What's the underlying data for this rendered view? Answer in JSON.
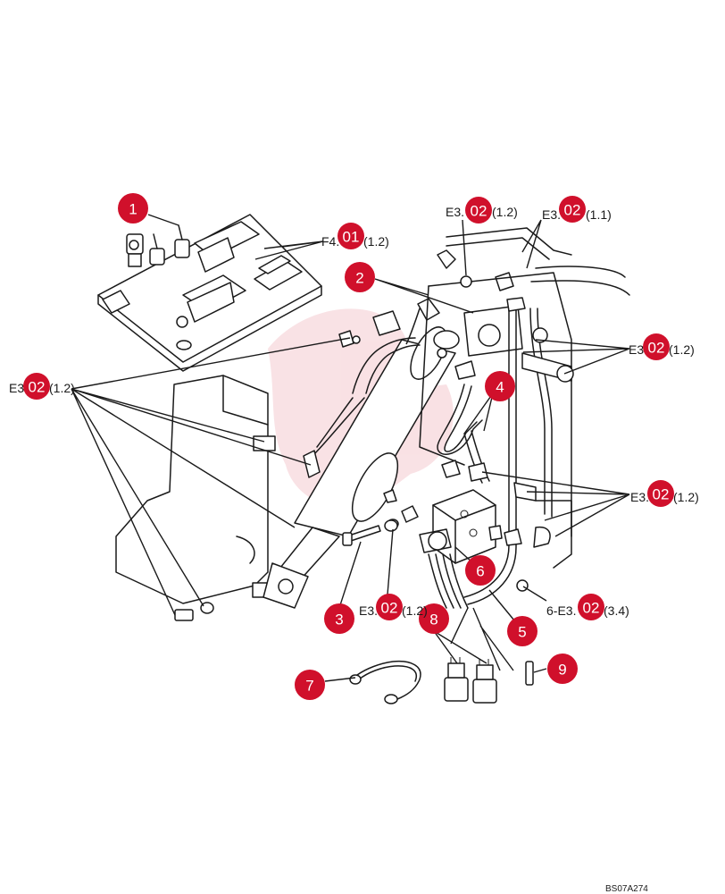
{
  "accent_color": "#d0102b",
  "drawing_code": "BS07A274",
  "callouts": [
    {
      "id": "1",
      "label": "1"
    },
    {
      "id": "2",
      "label": "2"
    },
    {
      "id": "3",
      "label": "3"
    },
    {
      "id": "4",
      "label": "4"
    },
    {
      "id": "5",
      "label": "5"
    },
    {
      "id": "6",
      "label": "6"
    },
    {
      "id": "7",
      "label": "7"
    },
    {
      "id": "8",
      "label": "8"
    },
    {
      "id": "9",
      "label": "9"
    }
  ],
  "refs": [
    {
      "id": "top-left",
      "prefix": "E3.",
      "badge": "02",
      "suffix": "(1.2)"
    },
    {
      "id": "top-right",
      "prefix": "E3.",
      "badge": "02",
      "suffix": "(1.1)"
    },
    {
      "id": "panel",
      "prefix": "F4.",
      "badge": "01",
      "suffix": "(1.2)"
    },
    {
      "id": "left",
      "prefix": "E3.",
      "badge": "02",
      "suffix": "(1.2)"
    },
    {
      "id": "right-upper",
      "prefix": "E3.",
      "badge": "02",
      "suffix": "(1.2)"
    },
    {
      "id": "right-lower",
      "prefix": "E3.",
      "badge": "02",
      "suffix": "(1.2)"
    },
    {
      "id": "bottom",
      "prefix": "E3.",
      "badge": "02",
      "suffix": "(1.2)"
    },
    {
      "id": "lower-right",
      "prefix": "6-E3.",
      "badge": "02",
      "suffix": "(3.4)"
    }
  ]
}
